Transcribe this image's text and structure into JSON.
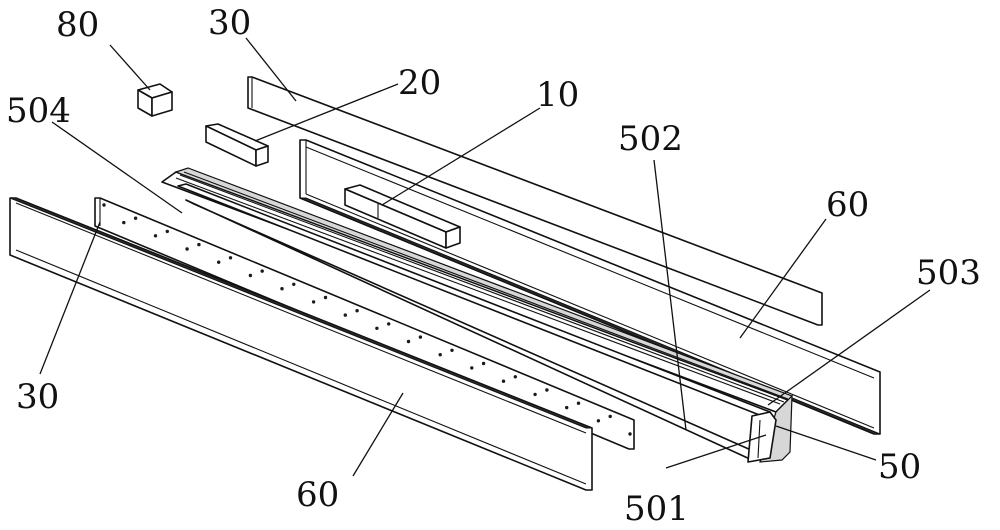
{
  "labels": {
    "l80": "80",
    "l30_top": "30",
    "l20": "20",
    "l10": "10",
    "l504": "504",
    "l502": "502",
    "l60_right": "60",
    "l503": "503",
    "l30_left": "30",
    "l50": "50",
    "l60_bottom": "60",
    "l501": "501"
  }
}
